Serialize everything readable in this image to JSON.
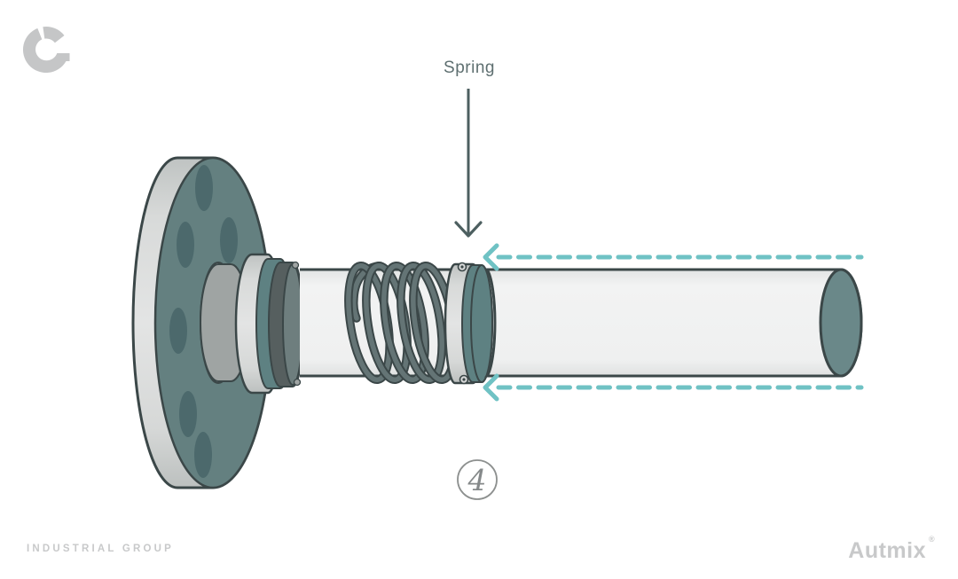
{
  "branding": {
    "logo_mark_name": "autmix-a-logomark",
    "wordmark": "Autmix",
    "registered_symbol": "®",
    "tagline": "INDUSTRIAL GROUP"
  },
  "diagram": {
    "part_label": "Spring",
    "step_number": "4",
    "description": "Mechanical seal spring assembly on shaft with flange, exploded step 4",
    "annotations": {
      "down_arrow": "points from Spring label to spring coils",
      "dashed_arrows": "two teal dashed arrows along shaft pointing left toward seal"
    }
  },
  "theme": {
    "accent": "#6fc2c4",
    "slate": "#4d5f60",
    "outline": "#3b4748",
    "flange_teal": "#648080",
    "flange_hole": "#4c696c",
    "metal_mid": "#9fa4a3",
    "metal_dark": "#565f5f",
    "ring_teal": "#5e8182",
    "cap_teal": "#6a8889",
    "sleeve_white": "#f4f5f5",
    "wire": "#647475",
    "label_text": "#5e6f70",
    "muted_text": "#c8c9ca",
    "step_gray": "#85898a",
    "logo_gray": "#c5c6c7"
  }
}
